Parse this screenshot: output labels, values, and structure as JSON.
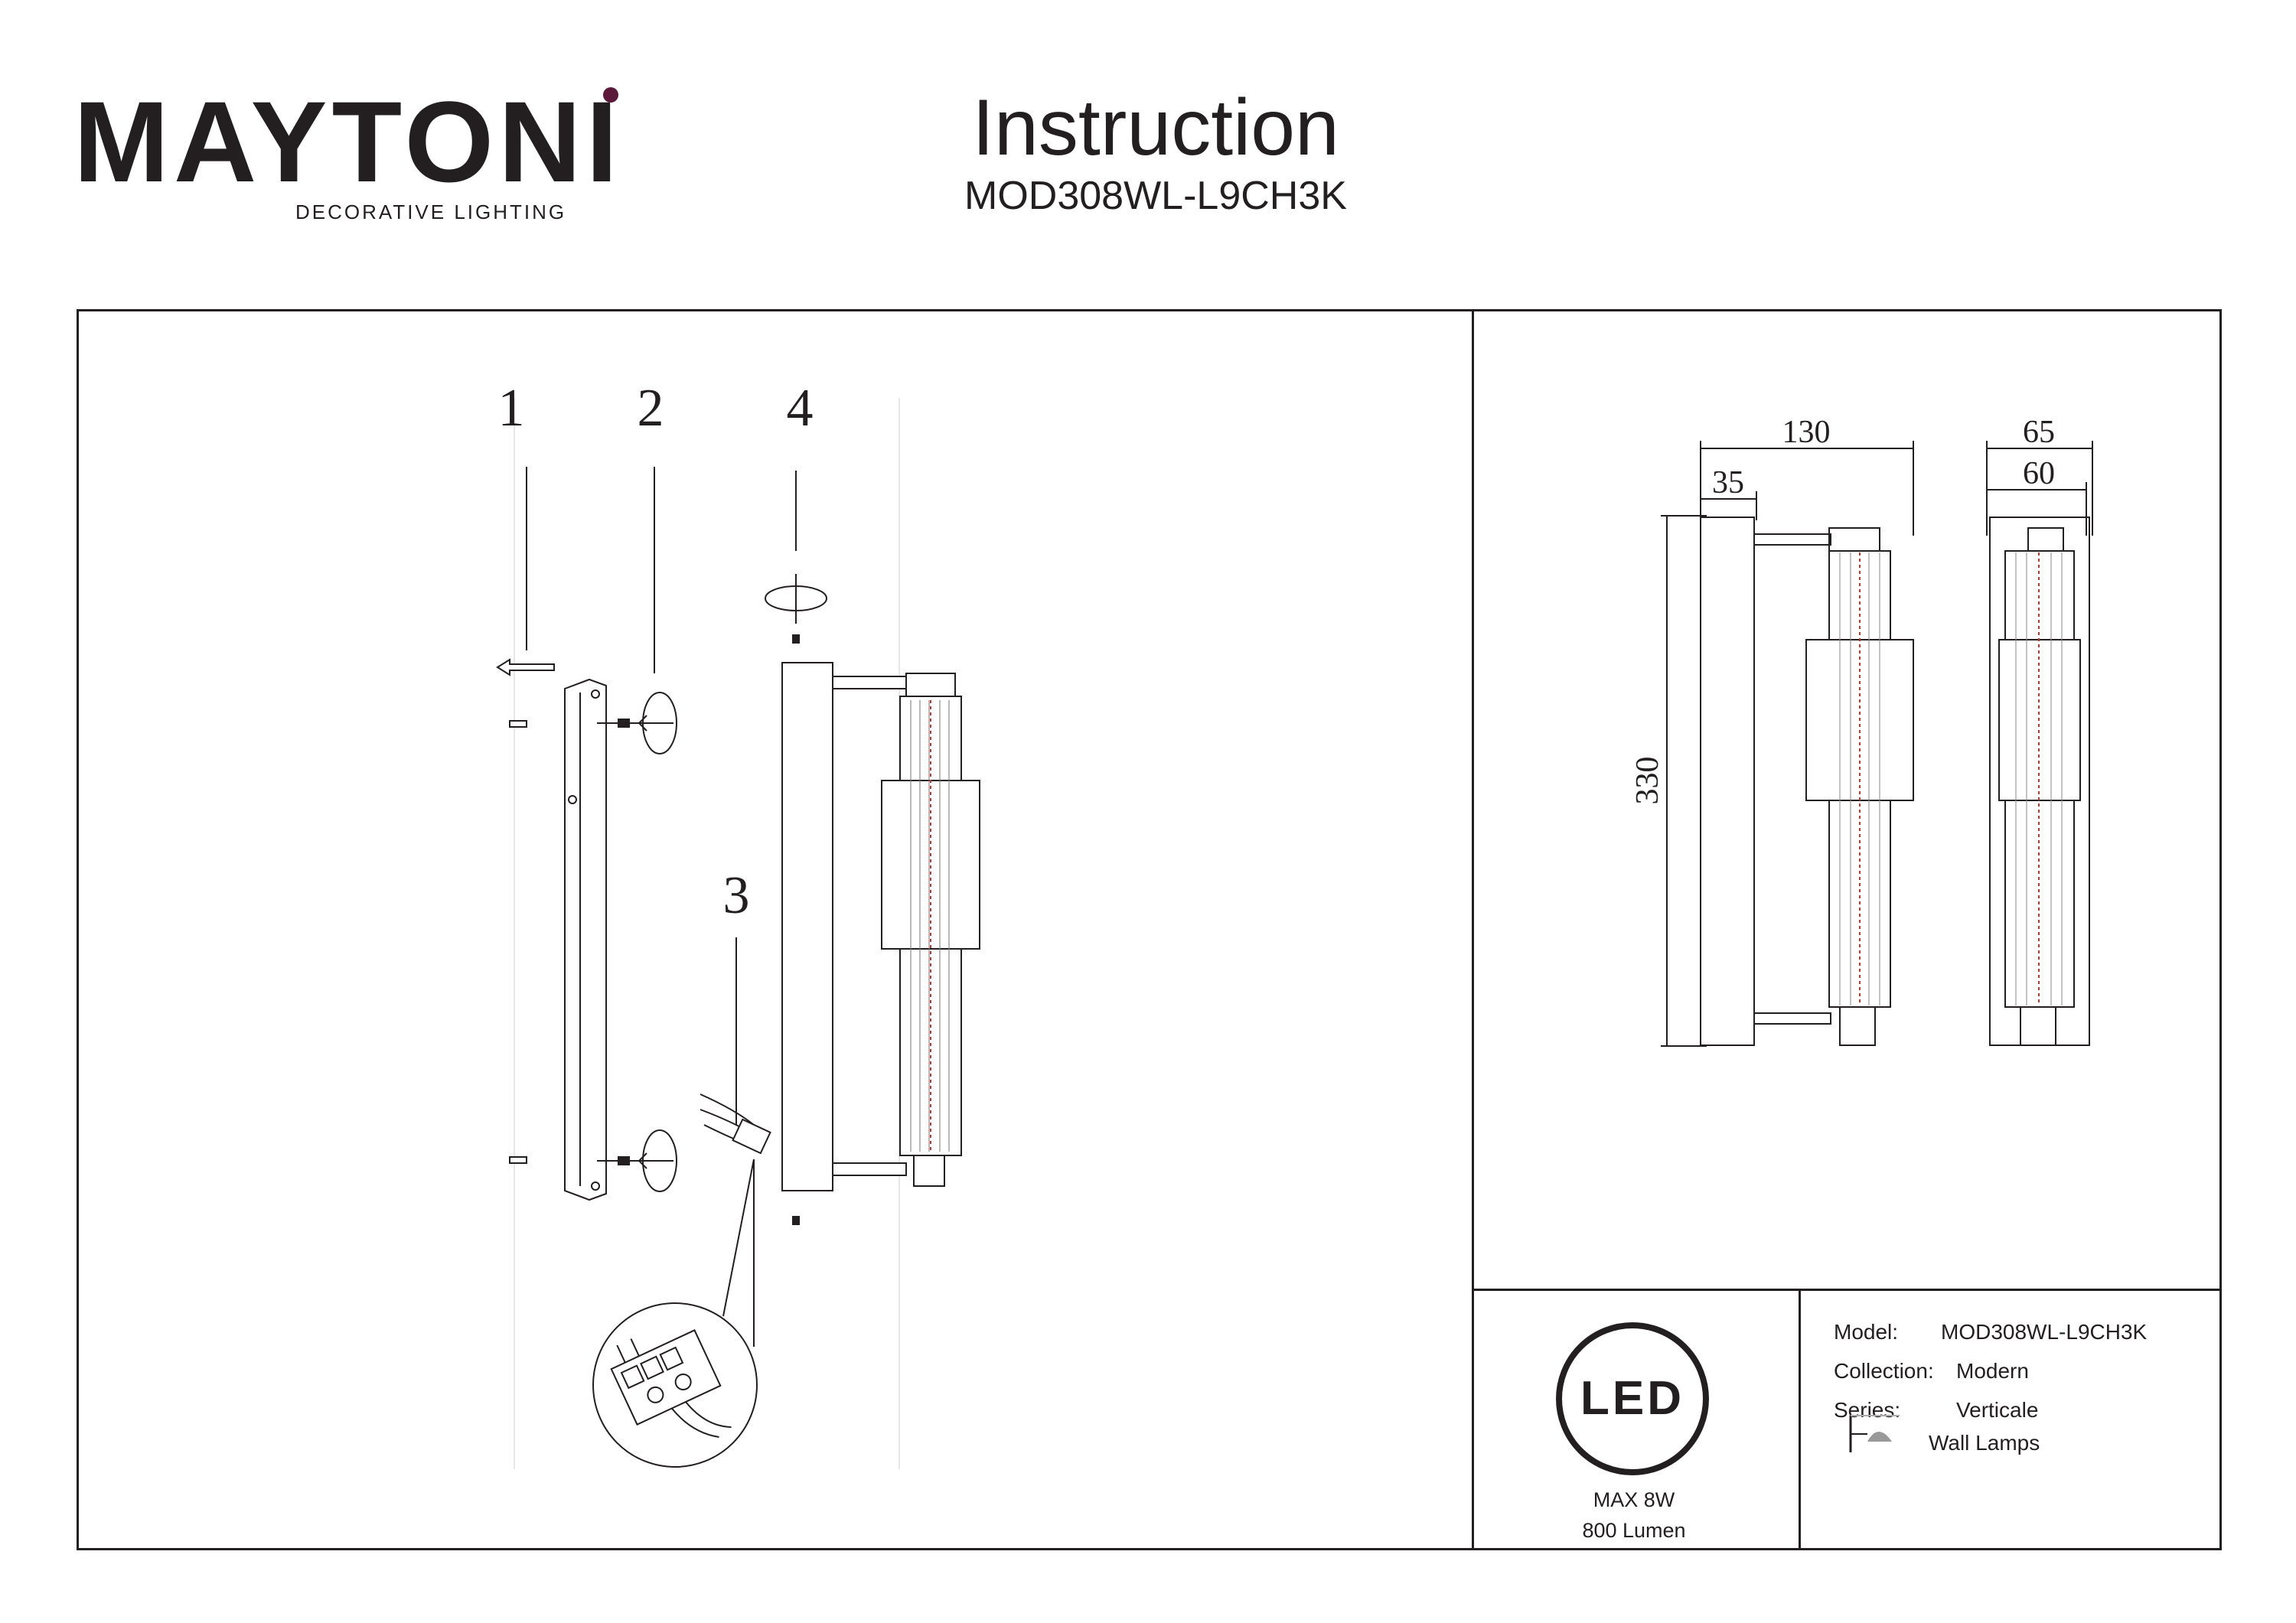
{
  "brand": {
    "name": "MAYTONI",
    "tagline": "DECORATIVE LIGHTING",
    "accent_color": "#5b1a3a"
  },
  "header": {
    "title": "Instruction",
    "model_code": "MOD308WL-L9CH3K"
  },
  "assembly": {
    "step_labels": [
      "1",
      "2",
      "4",
      "3"
    ],
    "icons": [
      "arrow-left-icon",
      "rotate-screw-icon",
      "connector-detail-icon"
    ]
  },
  "dimensions": {
    "width": "130",
    "wall_plate": "35",
    "depth_outer": "65",
    "depth_inner": "60",
    "height": "330"
  },
  "specs": {
    "led_label": "LED",
    "power": "MAX 8W",
    "lumen": "800 Lumen"
  },
  "info": {
    "model_label": "Model:",
    "model_value": "MOD308WL-L9CH3K",
    "collection_label": "Collection:",
    "collection_value": "Modern",
    "series_label": "Series:",
    "series_value": "Verticale",
    "type_value": "Wall Lamps",
    "type_icon": "wall-lamp-icon"
  }
}
